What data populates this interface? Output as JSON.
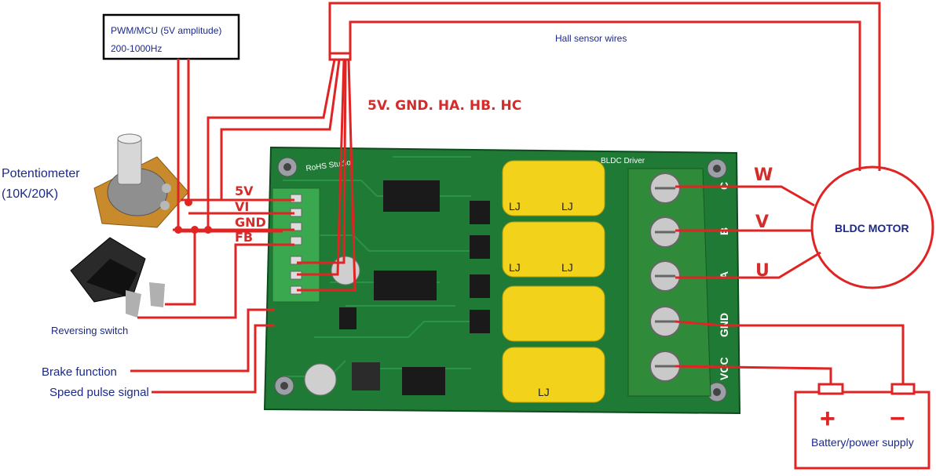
{
  "labels": {
    "pwm_line1": "PWM/MCU (5V amplitude)",
    "pwm_line2": "200-1000Hz",
    "hall": "Hall sensor wires",
    "hall_pins": "5V. GND. HA. HB. HC",
    "pot_line1": "Potentiometer",
    "pot_line2": "(10K/20K)",
    "reversing": "Reversing switch",
    "brake": "Brake function",
    "speed": "Speed pulse signal",
    "motor": "BLDC MOTOR",
    "battery": "Battery/power supply",
    "battery_plus": "+",
    "battery_minus": "−"
  },
  "terminals": {
    "left": [
      "5V",
      "VI",
      "GND",
      "FB"
    ],
    "phases": [
      "W",
      "V",
      "U"
    ],
    "board_power": [
      "GND",
      "VCC"
    ],
    "board_phase_marks": [
      "C",
      "B",
      "A"
    ]
  },
  "board_text": {
    "cap_mark": "LJ",
    "top_left": "RoHS Studio",
    "top_right": "BLDC Driver"
  },
  "colors": {
    "wire": "#e02424",
    "pcb": "#1f7a35",
    "pcb_dark": "#135726",
    "capacitor": "#f2d21b",
    "terminal": "#2f8a3a",
    "text_navy": "#1b2a8a"
  }
}
